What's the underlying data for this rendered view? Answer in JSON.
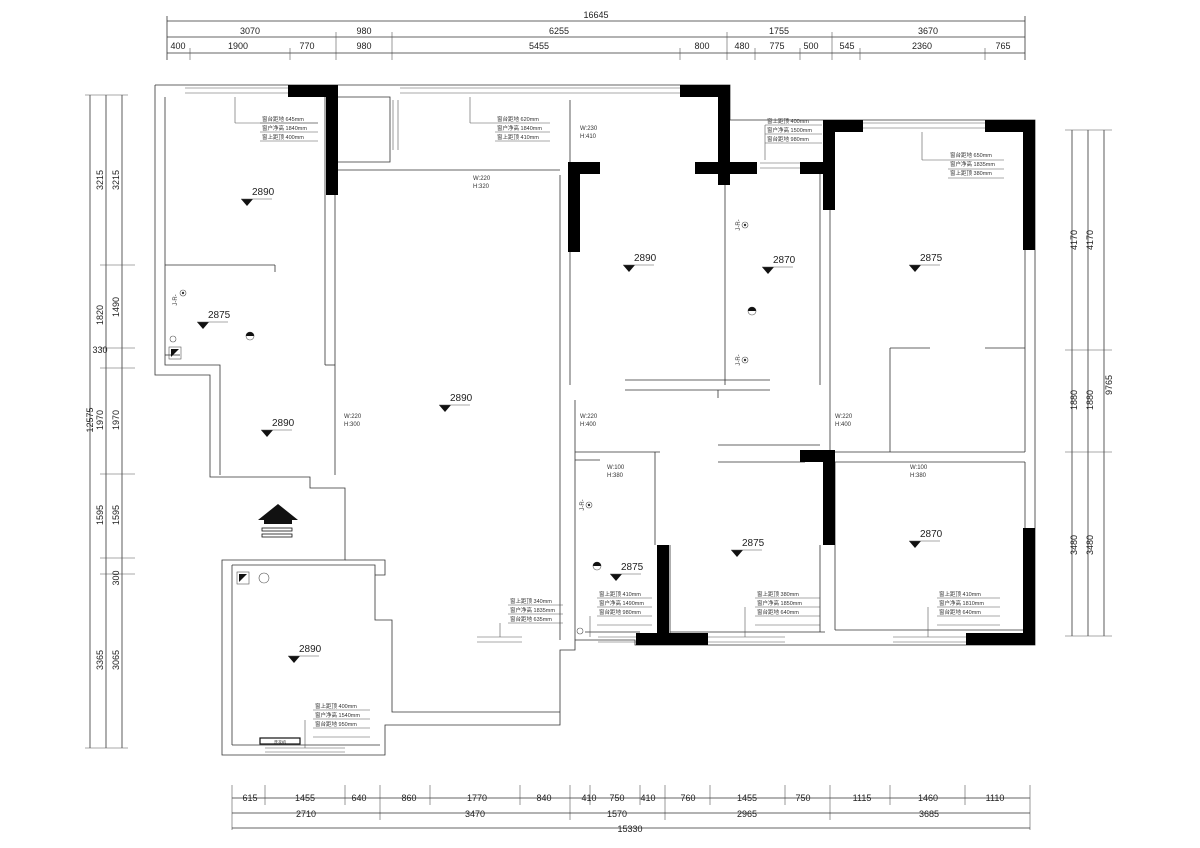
{
  "top_dims": {
    "overall": "16645",
    "row2": [
      "3070",
      "980",
      "6255",
      "1755",
      "3670"
    ],
    "row3": [
      "400",
      "1900",
      "770",
      "980",
      "5455",
      "800",
      "480",
      "775",
      "500",
      "545",
      "2360",
      "765"
    ]
  },
  "bottom_dims": {
    "row1": [
      "615",
      "1455",
      "640",
      "860",
      "1770",
      "840",
      "410",
      "750",
      "410",
      "760",
      "1455",
      "750",
      "1115",
      "1460",
      "1110"
    ],
    "row2": [
      "2710",
      "3470",
      "1570",
      "2965",
      "3685"
    ],
    "overall": "15330"
  },
  "left_dims": {
    "overall": "12575",
    "outer": [
      "3215",
      "1820",
      "330",
      "1970",
      "1595",
      "300",
      "3365"
    ],
    "inner": [
      "3215",
      "1490",
      "1970",
      "1595",
      "3065"
    ]
  },
  "right_dims": {
    "overall": "9765",
    "outer": [
      "4170",
      "1880",
      "3480"
    ],
    "inner": [
      "4170",
      "1880",
      "3480"
    ]
  },
  "heights": [
    "2890",
    "2875",
    "2890",
    "2890",
    "2890",
    "2890",
    "2870",
    "2875",
    "2875",
    "2875",
    "2870"
  ],
  "wh_labels": [
    {
      "w": "W:220",
      "h": "H:320"
    },
    {
      "w": "W:230",
      "h": "H:410"
    },
    {
      "w": "W:220",
      "h": "H:300"
    },
    {
      "w": "W:220",
      "h": "H:400"
    },
    {
      "w": "W:220",
      "h": "H:400"
    },
    {
      "w": "W:100",
      "h": "H:380"
    },
    {
      "w": "W:100",
      "h": "H:380"
    }
  ],
  "window_notes": [
    [
      "窗台距地 645mm",
      "窗户净高 1840mm",
      "窗上距顶 400mm"
    ],
    [
      "窗台距地 620mm",
      "窗户净高 1840mm",
      "窗上距顶 410mm"
    ],
    [
      "窗上距顶 400mm",
      "窗户净高 1500mm",
      "窗台距地 980mm"
    ],
    [
      "窗台距地 650mm",
      "窗户净高 1835mm",
      "窗上距顶 380mm"
    ],
    [
      "窗上距顶 340mm",
      "窗户净高 1835mm",
      "窗台距地 635mm"
    ],
    [
      "窗上距顶 410mm",
      "窗户净高 1490mm",
      "窗台距地 980mm"
    ],
    [
      "窗上距顶 380mm",
      "窗户净高 1850mm",
      "窗台距地 640mm"
    ],
    [
      "窗上距顶 410mm",
      "窗户净高 1810mm",
      "窗台距地 640mm"
    ],
    [
      "窗上距顶 400mm",
      "窗户净高 1540mm",
      "窗台距地 950mm"
    ]
  ],
  "jr_label": "J-R-",
  "sink_label": "洗衣机"
}
